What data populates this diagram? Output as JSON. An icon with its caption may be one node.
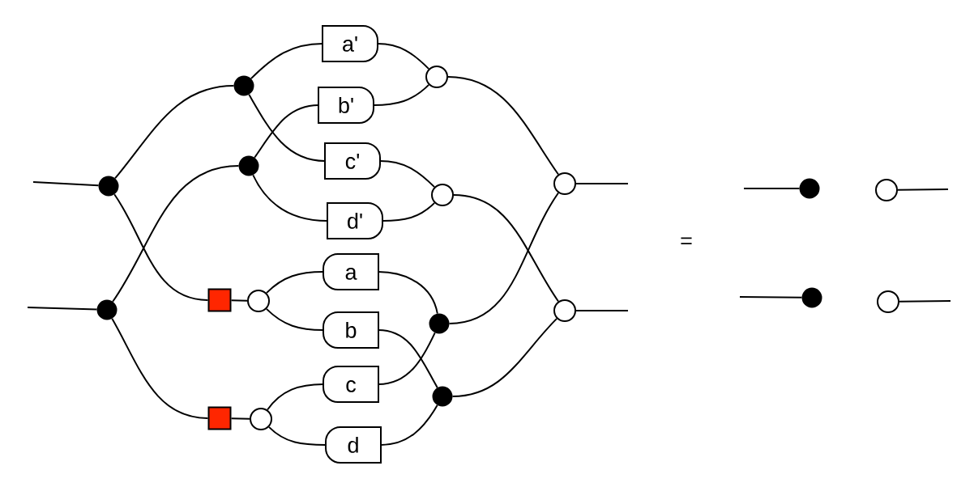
{
  "diagram": {
    "nodes": [
      {
        "text": [],
        "shape": "dot"
      },
      {
        "text": [],
        "shape": "dot"
      },
      {
        "text": [],
        "shape": "dot"
      },
      {
        "text": [],
        "shape": "dot"
      },
      {
        "text": [],
        "shape": "box"
      },
      {
        "text": [],
        "shape": "box"
      },
      {
        "text": [],
        "shape": "circle"
      },
      {
        "text": [],
        "shape": "circle"
      },
      {
        "text": [
          "a'"
        ]
      },
      {
        "text": [
          "b'"
        ]
      },
      {
        "text": [
          "c'"
        ]
      },
      {
        "text": [
          "d'"
        ]
      },
      {
        "text": [
          "a"
        ]
      },
      {
        "text": [
          "b"
        ]
      },
      {
        "text": [
          "c"
        ]
      },
      {
        "text": [
          "d"
        ]
      },
      {
        "text": [],
        "shape": "circle"
      },
      {
        "text": [],
        "shape": "circle"
      },
      {
        "text": [],
        "shape": "dot"
      },
      {
        "text": [],
        "shape": "dot"
      },
      {
        "text": [],
        "shape": "circle"
      },
      {
        "text": [],
        "shape": "circle"
      },
      {
        "text": [],
        "shape": "dot"
      },
      {
        "text": [],
        "shape": "circle"
      },
      {
        "text": [],
        "shape": "dot"
      },
      {
        "text": [],
        "shape": "circle"
      }
    ],
    "edges": [
      {
        "from": null,
        "to": 0,
        "arrow": "none"
      },
      {
        "from": null,
        "to": 1,
        "arrow": "none"
      },
      {
        "from": 0,
        "to": 2,
        "arrow": "none"
      },
      {
        "from": 0,
        "to": 4,
        "arrow": "none"
      },
      {
        "from": 1,
        "to": 3,
        "arrow": "none"
      },
      {
        "from": 1,
        "to": 5,
        "arrow": "none"
      },
      {
        "from": 2,
        "to": 8,
        "arrow": "none"
      },
      {
        "from": 2,
        "to": 10,
        "arrow": "none"
      },
      {
        "from": 3,
        "to": 9,
        "arrow": "none"
      },
      {
        "from": 3,
        "to": 11,
        "arrow": "none"
      },
      {
        "from": 4,
        "to": 6,
        "arrow": "none"
      },
      {
        "from": 5,
        "to": 7,
        "arrow": "none"
      },
      {
        "from": 6,
        "to": 12,
        "arrow": "none"
      },
      {
        "from": 6,
        "to": 13,
        "arrow": "none"
      },
      {
        "from": 7,
        "to": 14,
        "arrow": "none"
      },
      {
        "from": 7,
        "to": 15,
        "arrow": "none"
      },
      {
        "from": 8,
        "to": 16,
        "arrow": "none"
      },
      {
        "from": 9,
        "to": 16,
        "arrow": "none"
      },
      {
        "from": 10,
        "to": 17,
        "arrow": "none"
      },
      {
        "from": 11,
        "to": 17,
        "arrow": "none"
      },
      {
        "from": 12,
        "to": 18,
        "arrow": "none"
      },
      {
        "from": 14,
        "to": 18,
        "arrow": "none"
      },
      {
        "from": 13,
        "to": 19,
        "arrow": "none"
      },
      {
        "from": 15,
        "to": 19,
        "arrow": "none"
      },
      {
        "from": 16,
        "to": 20,
        "arrow": "none"
      },
      {
        "from": 17,
        "to": 21,
        "arrow": "none"
      },
      {
        "from": 18,
        "to": 20,
        "arrow": "none"
      },
      {
        "from": 19,
        "to": 21,
        "arrow": "none"
      },
      {
        "from": 20,
        "to": null,
        "arrow": "none"
      },
      {
        "from": 21,
        "to": null,
        "arrow": "none"
      },
      {
        "from": null,
        "to": 22,
        "arrow": "none"
      },
      {
        "from": 23,
        "to": null,
        "arrow": "none"
      },
      {
        "from": null,
        "to": 24,
        "arrow": "none"
      },
      {
        "from": 25,
        "to": null,
        "arrow": "none"
      }
    ],
    "labels": [
      "="
    ]
  }
}
